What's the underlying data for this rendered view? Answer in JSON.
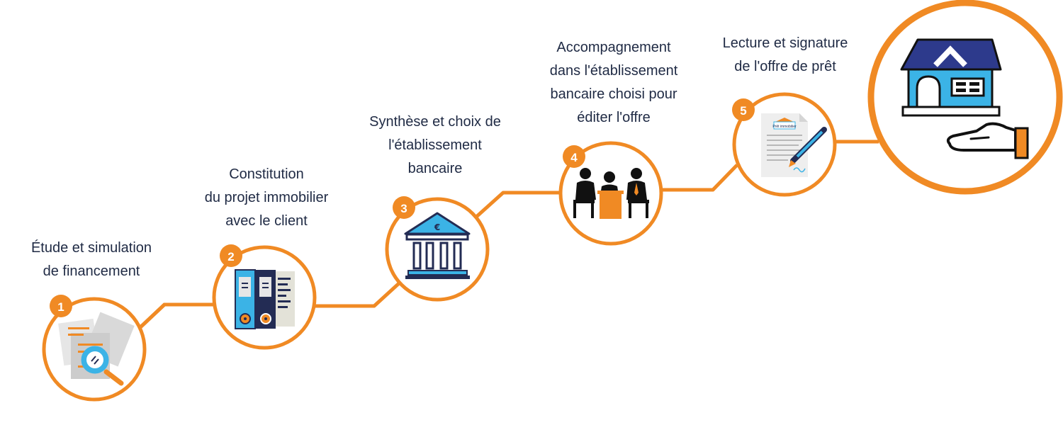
{
  "colors": {
    "accent": "#f08a24",
    "text": "#1f2a44",
    "navy": "#232c54",
    "sky": "#3bb3e6"
  },
  "steps": [
    {
      "number": "1",
      "icon": "document-magnifier-icon",
      "lines": [
        "Étude et simulation",
        "de financement"
      ]
    },
    {
      "number": "2",
      "icon": "binders-icon",
      "lines": [
        "Constitution",
        "du projet immobilier",
        "avec le client"
      ]
    },
    {
      "number": "3",
      "icon": "bank-euro-icon",
      "lines": [
        "Synthèse et choix de",
        "l'établissement",
        "bancaire"
      ]
    },
    {
      "number": "4",
      "icon": "meeting-icon",
      "lines": [
        "Accompagnement",
        "dans l'établissement",
        "bancaire choisi pour",
        "éditer l'offre"
      ]
    },
    {
      "number": "5",
      "icon": "signing-contract-icon",
      "lines": [
        "Lecture et signature",
        "de l'offre de prêt"
      ]
    }
  ],
  "final": {
    "icon": "house-in-hand-icon"
  },
  "contract_header": "Prêt immobilier"
}
